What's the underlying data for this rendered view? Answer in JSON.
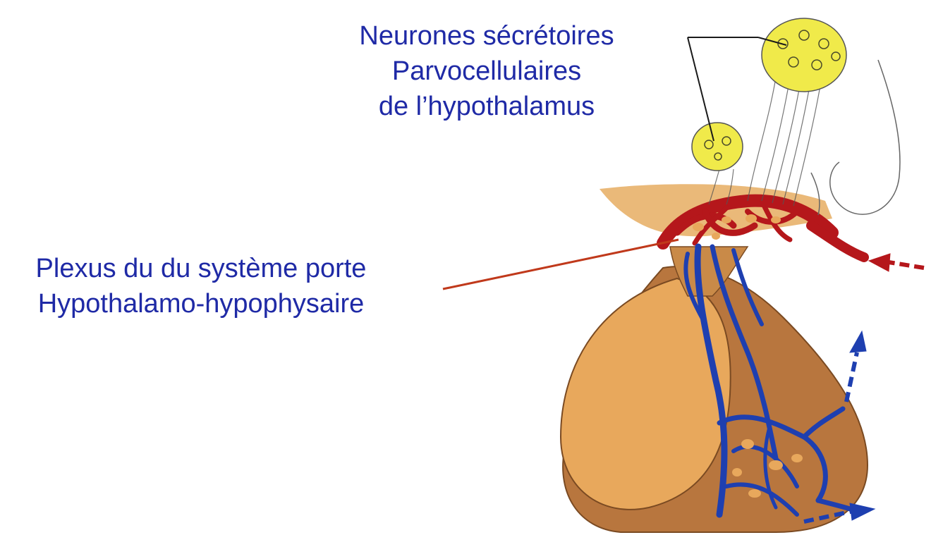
{
  "labels": {
    "neurons": {
      "line1": "Neurones sécrétoires",
      "line2": "Parvocellulaires",
      "line3": "de l’hypothalamus"
    },
    "plexus": {
      "line1": "Plexus du du système porte",
      "line2": "Hypothalamo-hypophysaire"
    }
  },
  "colors": {
    "label_text": "#1f2aa6",
    "pointer_line": "#c0391b",
    "tissue_light": "#e8a85c",
    "tissue_dark": "#b8763e",
    "artery_red": "#b5171b",
    "vein_blue": "#1e3fb0",
    "neuron_yellow": "#f0ea4a"
  }
}
